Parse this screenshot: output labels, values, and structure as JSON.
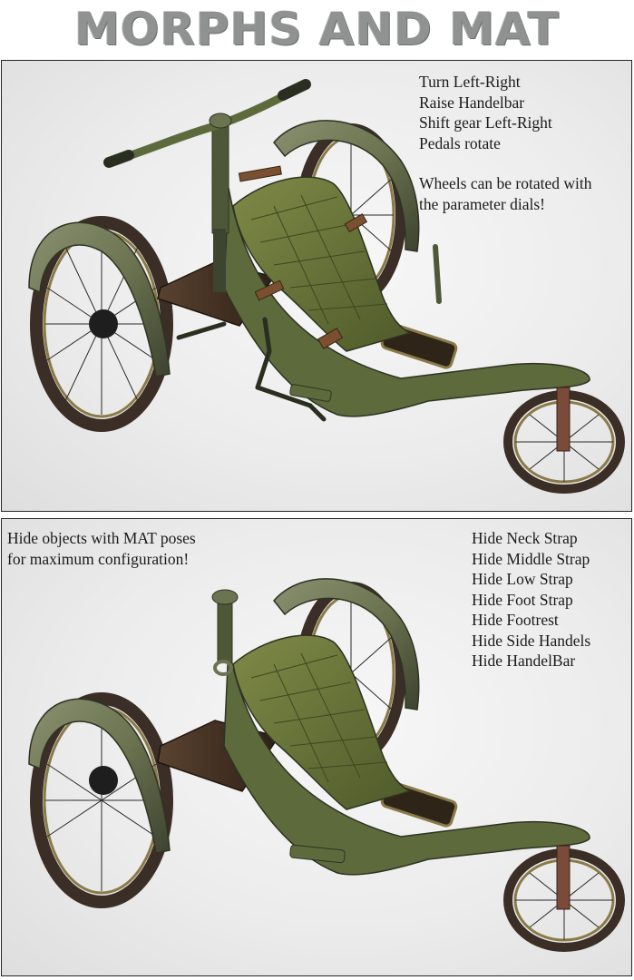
{
  "title": "MORPHS AND MAT POSES",
  "panel_top": {
    "morph_lines": [
      "Turn Left-Right",
      "Raise Handelbar",
      "Shift gear Left-Right",
      "Pedals rotate"
    ],
    "note_lines": [
      "Wheels can be rotated with",
      "the parameter dials!"
    ]
  },
  "panel_bottom": {
    "intro_lines": [
      "Hide objects with MAT poses",
      "for maximum configuration!"
    ],
    "mat_poses": [
      "Hide Neck Strap",
      "Hide Middle Strap",
      "Hide Low Strap",
      "Hide Foot Strap",
      "Hide Footrest",
      "Hide Side Handels",
      "Hide HandelBar"
    ]
  },
  "colors": {
    "frame_green": "#5d6a3c",
    "seat_green": "#6e7a3e",
    "tire": "#3a2e26",
    "rim": "#8a7a48",
    "wood": "#4a3526",
    "strap": "#7a5030",
    "title_gray": "#8f9290"
  }
}
